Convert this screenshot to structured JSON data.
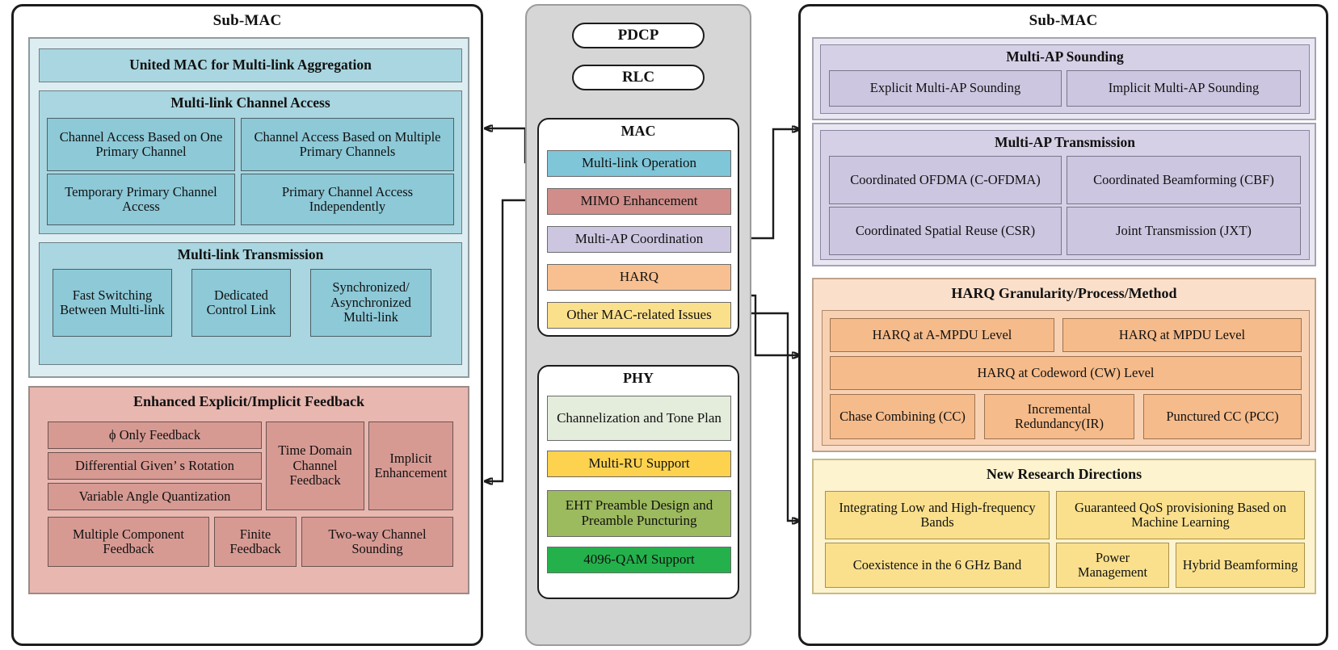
{
  "diagram": {
    "left_panel": {
      "title": "Sub-MAC",
      "multilink_group": {
        "united_mac": "United MAC for Multi-link Aggregation",
        "channel_access": {
          "title": "Multi-link Channel Access",
          "items": [
            "Channel Access Based on One Primary Channel",
            "Channel Access Based on Multiple Primary Channels",
            "Temporary Primary Channel Access",
            "Primary Channel Access Independently"
          ]
        },
        "transmission": {
          "title": "Multi-link Transmission",
          "items": [
            "Fast Switching Between Multi-link",
            "Dedicated Control Link",
            "Synchronized/ Asynchronized Multi-link"
          ]
        }
      },
      "feedback_group": {
        "title": "Enhanced Explicit/Implicit Feedback",
        "left_stack": [
          "ϕ Only Feedback",
          "Differential Given’ s Rotation",
          "Variable Angle Quantization"
        ],
        "time_domain": "Time Domain Channel Feedback",
        "implicit": "Implicit Enhancement",
        "bottom_row": [
          "Multiple Component Feedback",
          "Finite Feedback",
          "Two-way Channel Sounding"
        ]
      }
    },
    "center": {
      "pdcp": "PDCP",
      "rlc": "RLC",
      "mac": {
        "title": "MAC",
        "items": [
          {
            "label": "Multi-link Operation",
            "color": "#7ec6d8"
          },
          {
            "label": "MIMO Enhancement",
            "color": "#d08d89"
          },
          {
            "label": "Multi-AP Coordination",
            "color": "#cdc6e0"
          },
          {
            "label": "HARQ",
            "color": "#f8c090"
          },
          {
            "label": "Other MAC-related Issues",
            "color": "#fbe08c"
          }
        ]
      },
      "phy": {
        "title": "PHY",
        "items": [
          {
            "label": "Channelization and Tone Plan",
            "color": "#e4ecdb"
          },
          {
            "label": "Multi-RU Support",
            "color": "#fcd24f"
          },
          {
            "label": "EHT Preamble Design and Preamble Puncturing",
            "color": "#9cba5e"
          },
          {
            "label": "4096-QAM Support",
            "color": "#24b14c"
          }
        ]
      }
    },
    "right_panel": {
      "title": "Sub-MAC",
      "multi_ap_sounding": {
        "title": "Multi-AP Sounding",
        "items": [
          "Explicit Multi-AP Sounding",
          "Implicit Multi-AP Sounding"
        ]
      },
      "multi_ap_transmission": {
        "title": "Multi-AP  Transmission",
        "items": [
          "Coordinated OFDMA (C-OFDMA)",
          "Coordinated Beamforming (CBF)",
          "Coordinated Spatial Reuse (CSR)",
          "Joint Transmission (JXT)"
        ]
      },
      "harq": {
        "title": "HARQ Granularity/Process/Method",
        "row1": [
          "HARQ at A-MPDU Level",
          "HARQ at MPDU Level"
        ],
        "row2": "HARQ at Codeword (CW) Level",
        "row3": [
          "Chase Combining (CC)",
          "Incremental Redundancy(IR)",
          "Punctured CC (PCC)"
        ]
      },
      "new_research": {
        "title": "New Research Directions",
        "row1": [
          "Integrating Low and High-frequency Bands",
          "Guaranteed QoS provisioning Based on Machine Learning"
        ],
        "row2": [
          "Coexistence in the 6 GHz Band",
          "Power Management",
          "Hybrid Beamforming"
        ]
      }
    },
    "colors": {
      "blue_outer": "#ddeef3",
      "blue_mid": "#a9d6e0",
      "blue_leaf": "#8dc9d7",
      "red_outer": "#e8b7b0",
      "red_leaf": "#d79a93",
      "purple_outer": "#e9e7f2",
      "purple_leaf": "#cdc6e0",
      "orange_outer": "#fae0cb",
      "orange_leaf": "#f6bb8a",
      "yellow_outer": "#fdf3cf",
      "yellow_leaf": "#fae08d",
      "center_bg": "#d6d6d6"
    }
  }
}
